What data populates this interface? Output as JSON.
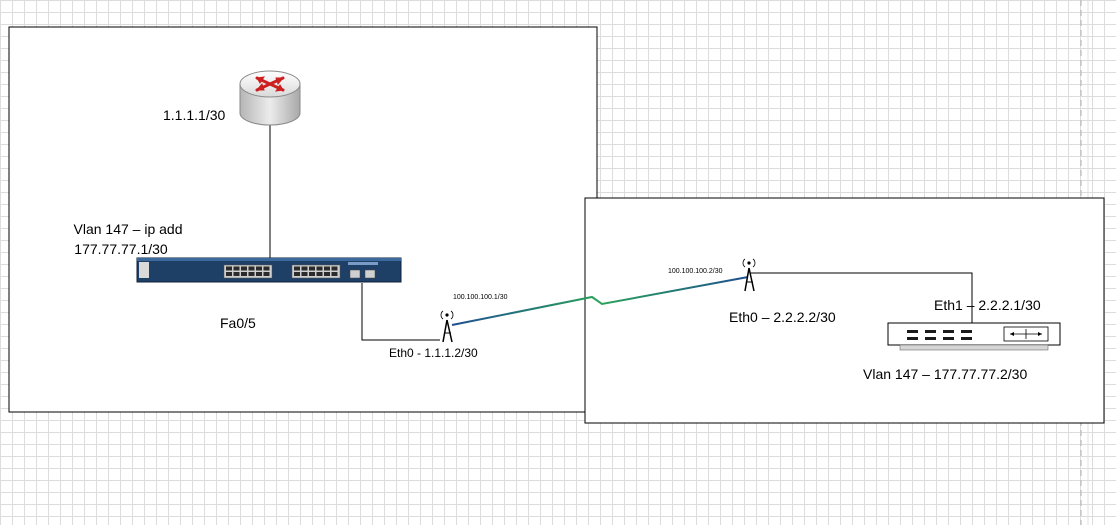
{
  "diagram": {
    "site_a": {
      "router_ip": "1.1.1.1/30",
      "switch_vlan_line1": "Vlan 147 – ip add",
      "switch_vlan_line2": "177.77.77.1/30",
      "switch_port": "Fa0/5",
      "radio_eth0": "Eth0 - 1.1.1.2/30",
      "radio_wireless_ip": "100.100.100.1/30"
    },
    "site_b": {
      "radio_wireless_ip": "100.100.100.2/30",
      "radio_eth0": "Eth0 – 2.2.2.2/30",
      "firewall_eth1": "Eth1 – 2.2.2.1/30",
      "firewall_vlan": "Vlan 147 – 177.77.77.2/30"
    },
    "colors": {
      "router_arrow": "#cc1f1f",
      "switch_body": "#1e3f66",
      "link_wireless": "#2ba35c",
      "border": "#000000"
    },
    "icons": [
      "router-icon",
      "switch-icon",
      "antenna-icon",
      "firewall-icon"
    ]
  }
}
